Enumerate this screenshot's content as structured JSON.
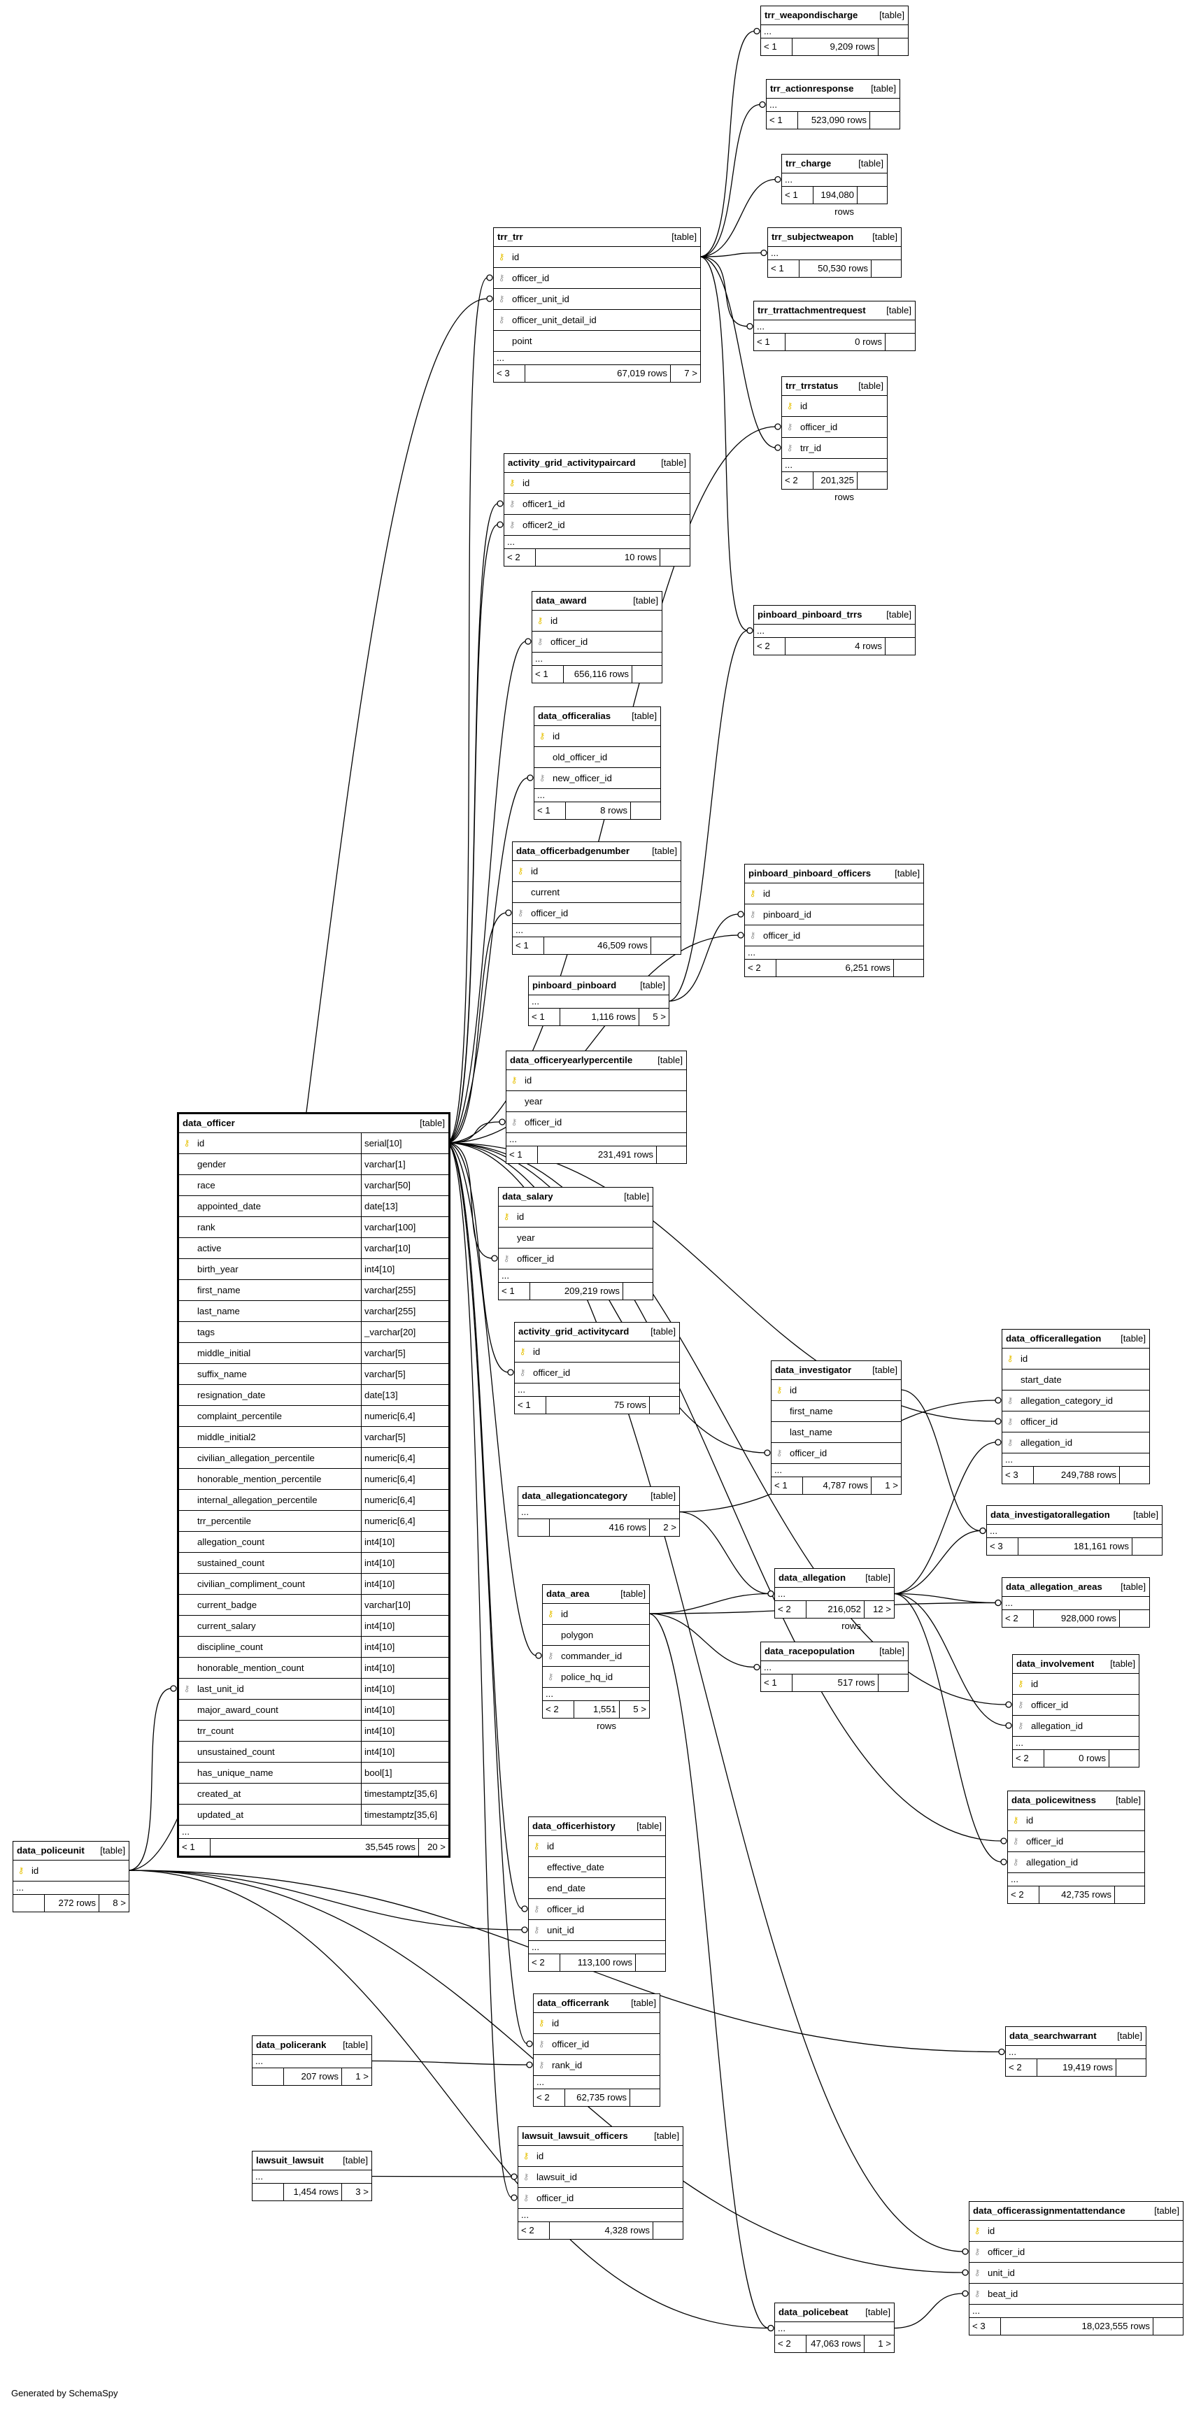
{
  "footer": "Generated by SchemaSpy",
  "table_tag": "[table]",
  "tables": [
    {
      "id": "trr_weapondischarge",
      "rows": [],
      "fill": "< 1",
      "count": "9,209 rows",
      "nav": ""
    },
    {
      "id": "trr_actionresponse",
      "rows": [],
      "fill": "< 1",
      "count": "523,090 rows",
      "nav": ""
    },
    {
      "id": "trr_charge",
      "rows": [],
      "fill": "< 1",
      "count": "194,080 rows",
      "nav": ""
    },
    {
      "id": "trr_subjectweapon",
      "rows": [],
      "fill": "< 1",
      "count": "50,530 rows",
      "nav": ""
    },
    {
      "id": "trr_trrattachmentrequest",
      "rows": [],
      "fill": "< 1",
      "count": "0 rows",
      "nav": ""
    },
    {
      "id": "trr_trrstatus",
      "rows": [
        {
          "icon": "pk",
          "name": "id"
        },
        {
          "icon": "fk",
          "name": "officer_id"
        },
        {
          "icon": "fk",
          "name": "trr_id"
        }
      ],
      "fill": "< 2",
      "count": "201,325 rows",
      "nav": ""
    },
    {
      "id": "trr_trr",
      "rows": [
        {
          "icon": "pk",
          "name": "id"
        },
        {
          "icon": "fk",
          "name": "officer_id"
        },
        {
          "icon": "fk",
          "name": "officer_unit_id"
        },
        {
          "icon": "fk",
          "name": "officer_unit_detail_id"
        },
        {
          "icon": "",
          "name": "point"
        }
      ],
      "fill": "< 3",
      "count": "67,019 rows",
      "nav": "7 >"
    },
    {
      "id": "activity_grid_activitypaircard",
      "rows": [
        {
          "icon": "pk",
          "name": "id"
        },
        {
          "icon": "fk",
          "name": "officer1_id"
        },
        {
          "icon": "fk",
          "name": "officer2_id"
        }
      ],
      "fill": "< 2",
      "count": "10 rows",
      "nav": ""
    },
    {
      "id": "pinboard_pinboard_trrs",
      "rows": [],
      "fill": "< 2",
      "count": "4 rows",
      "nav": ""
    },
    {
      "id": "data_award",
      "rows": [
        {
          "icon": "pk",
          "name": "id"
        },
        {
          "icon": "fk",
          "name": "officer_id"
        }
      ],
      "fill": "< 1",
      "count": "656,116 rows",
      "nav": ""
    },
    {
      "id": "data_officeralias",
      "rows": [
        {
          "icon": "pk",
          "name": "id"
        },
        {
          "icon": "",
          "name": "old_officer_id"
        },
        {
          "icon": "fk",
          "name": "new_officer_id"
        }
      ],
      "fill": "< 1",
      "count": "8 rows",
      "nav": ""
    },
    {
      "id": "data_officerbadgenumber",
      "rows": [
        {
          "icon": "pk",
          "name": "id"
        },
        {
          "icon": "",
          "name": "current"
        },
        {
          "icon": "fk",
          "name": "officer_id"
        }
      ],
      "fill": "< 1",
      "count": "46,509 rows",
      "nav": ""
    },
    {
      "id": "pinboard_pinboard_officers",
      "rows": [
        {
          "icon": "pk",
          "name": "id"
        },
        {
          "icon": "fk",
          "name": "pinboard_id"
        },
        {
          "icon": "fk",
          "name": "officer_id"
        }
      ],
      "fill": "< 2",
      "count": "6,251 rows",
      "nav": ""
    },
    {
      "id": "pinboard_pinboard",
      "rows": [],
      "fill": "< 1",
      "count": "1,116 rows",
      "nav": "5 >"
    },
    {
      "id": "data_officeryearlypercentile",
      "rows": [
        {
          "icon": "pk",
          "name": "id"
        },
        {
          "icon": "",
          "name": "year"
        },
        {
          "icon": "fk",
          "name": "officer_id"
        }
      ],
      "fill": "< 1",
      "count": "231,491 rows",
      "nav": ""
    },
    {
      "id": "data_officer",
      "rows": [
        {
          "icon": "pk",
          "name": "id",
          "type": "serial[10]"
        },
        {
          "icon": "",
          "name": "gender",
          "type": "varchar[1]"
        },
        {
          "icon": "",
          "name": "race",
          "type": "varchar[50]"
        },
        {
          "icon": "",
          "name": "appointed_date",
          "type": "date[13]"
        },
        {
          "icon": "",
          "name": "rank",
          "type": "varchar[100]"
        },
        {
          "icon": "",
          "name": "active",
          "type": "varchar[10]"
        },
        {
          "icon": "",
          "name": "birth_year",
          "type": "int4[10]"
        },
        {
          "icon": "",
          "name": "first_name",
          "type": "varchar[255]"
        },
        {
          "icon": "",
          "name": "last_name",
          "type": "varchar[255]"
        },
        {
          "icon": "",
          "name": "tags",
          "type": "_varchar[20]"
        },
        {
          "icon": "",
          "name": "middle_initial",
          "type": "varchar[5]"
        },
        {
          "icon": "",
          "name": "suffix_name",
          "type": "varchar[5]"
        },
        {
          "icon": "",
          "name": "resignation_date",
          "type": "date[13]"
        },
        {
          "icon": "",
          "name": "complaint_percentile",
          "type": "numeric[6,4]"
        },
        {
          "icon": "",
          "name": "middle_initial2",
          "type": "varchar[5]"
        },
        {
          "icon": "",
          "name": "civilian_allegation_percentile",
          "type": "numeric[6,4]"
        },
        {
          "icon": "",
          "name": "honorable_mention_percentile",
          "type": "numeric[6,4]"
        },
        {
          "icon": "",
          "name": "internal_allegation_percentile",
          "type": "numeric[6,4]"
        },
        {
          "icon": "",
          "name": "trr_percentile",
          "type": "numeric[6,4]"
        },
        {
          "icon": "",
          "name": "allegation_count",
          "type": "int4[10]"
        },
        {
          "icon": "",
          "name": "sustained_count",
          "type": "int4[10]"
        },
        {
          "icon": "",
          "name": "civilian_compliment_count",
          "type": "int4[10]"
        },
        {
          "icon": "",
          "name": "current_badge",
          "type": "varchar[10]"
        },
        {
          "icon": "",
          "name": "current_salary",
          "type": "int4[10]"
        },
        {
          "icon": "",
          "name": "discipline_count",
          "type": "int4[10]"
        },
        {
          "icon": "",
          "name": "honorable_mention_count",
          "type": "int4[10]"
        },
        {
          "icon": "fk",
          "name": "last_unit_id",
          "type": "int4[10]"
        },
        {
          "icon": "",
          "name": "major_award_count",
          "type": "int4[10]"
        },
        {
          "icon": "",
          "name": "trr_count",
          "type": "int4[10]"
        },
        {
          "icon": "",
          "name": "unsustained_count",
          "type": "int4[10]"
        },
        {
          "icon": "",
          "name": "has_unique_name",
          "type": "bool[1]"
        },
        {
          "icon": "",
          "name": "created_at",
          "type": "timestamptz[35,6]"
        },
        {
          "icon": "",
          "name": "updated_at",
          "type": "timestamptz[35,6]"
        }
      ],
      "fill": "< 1",
      "count": "35,545 rows",
      "nav": "20 >"
    },
    {
      "id": "data_salary",
      "rows": [
        {
          "icon": "pk",
          "name": "id"
        },
        {
          "icon": "",
          "name": "year"
        },
        {
          "icon": "fk",
          "name": "officer_id"
        }
      ],
      "fill": "< 1",
      "count": "209,219 rows",
      "nav": ""
    },
    {
      "id": "activity_grid_activitycard",
      "rows": [
        {
          "icon": "pk",
          "name": "id"
        },
        {
          "icon": "fk",
          "name": "officer_id"
        }
      ],
      "fill": "< 1",
      "count": "75 rows",
      "nav": ""
    },
    {
      "id": "data_officerallegation",
      "rows": [
        {
          "icon": "pk",
          "name": "id"
        },
        {
          "icon": "",
          "name": "start_date"
        },
        {
          "icon": "fk",
          "name": "allegation_category_id"
        },
        {
          "icon": "fk",
          "name": "officer_id"
        },
        {
          "icon": "fk",
          "name": "allegation_id"
        }
      ],
      "fill": "< 3",
      "count": "249,788 rows",
      "nav": ""
    },
    {
      "id": "data_investigator",
      "rows": [
        {
          "icon": "pk",
          "name": "id"
        },
        {
          "icon": "",
          "name": "first_name"
        },
        {
          "icon": "",
          "name": "last_name"
        },
        {
          "icon": "fk",
          "name": "officer_id"
        }
      ],
      "fill": "< 1",
      "count": "4,787 rows",
      "nav": "1 >"
    },
    {
      "id": "data_allegationcategory",
      "rows": [],
      "fill": "",
      "count": "416 rows",
      "nav": "2 >"
    },
    {
      "id": "data_investigatorallegation",
      "rows": [],
      "fill": "< 3",
      "count": "181,161 rows",
      "nav": ""
    },
    {
      "id": "data_allegation",
      "rows": [],
      "fill": "< 2",
      "count": "216,052 rows",
      "nav": "12 >"
    },
    {
      "id": "data_allegation_areas",
      "rows": [],
      "fill": "< 2",
      "count": "928,000 rows",
      "nav": ""
    },
    {
      "id": "data_area",
      "rows": [
        {
          "icon": "pk",
          "name": "id"
        },
        {
          "icon": "",
          "name": "polygon"
        },
        {
          "icon": "fk",
          "name": "commander_id"
        },
        {
          "icon": "fk",
          "name": "police_hq_id"
        }
      ],
      "fill": "< 2",
      "count": "1,551 rows",
      "nav": "5 >"
    },
    {
      "id": "data_racepopulation",
      "rows": [],
      "fill": "< 1",
      "count": "517 rows",
      "nav": ""
    },
    {
      "id": "data_involvement",
      "rows": [
        {
          "icon": "pk",
          "name": "id"
        },
        {
          "icon": "fk",
          "name": "officer_id"
        },
        {
          "icon": "fk",
          "name": "allegation_id"
        }
      ],
      "fill": "< 2",
      "count": "0 rows",
      "nav": ""
    },
    {
      "id": "data_policewitness",
      "rows": [
        {
          "icon": "pk",
          "name": "id"
        },
        {
          "icon": "fk",
          "name": "officer_id"
        },
        {
          "icon": "fk",
          "name": "allegation_id"
        }
      ],
      "fill": "< 2",
      "count": "42,735 rows",
      "nav": ""
    },
    {
      "id": "data_policeunit",
      "rows": [
        {
          "icon": "pk",
          "name": "id"
        }
      ],
      "fill": "",
      "count": "272 rows",
      "nav": "8 >"
    },
    {
      "id": "data_officerhistory",
      "rows": [
        {
          "icon": "pk",
          "name": "id"
        },
        {
          "icon": "",
          "name": "effective_date"
        },
        {
          "icon": "",
          "name": "end_date"
        },
        {
          "icon": "fk",
          "name": "officer_id"
        },
        {
          "icon": "fk",
          "name": "unit_id"
        }
      ],
      "fill": "< 2",
      "count": "113,100 rows",
      "nav": ""
    },
    {
      "id": "data_officerrank",
      "rows": [
        {
          "icon": "pk",
          "name": "id"
        },
        {
          "icon": "fk",
          "name": "officer_id"
        },
        {
          "icon": "fk",
          "name": "rank_id"
        }
      ],
      "fill": "< 2",
      "count": "62,735 rows",
      "nav": ""
    },
    {
      "id": "data_policerank",
      "rows": [],
      "fill": "",
      "count": "207 rows",
      "nav": "1 >"
    },
    {
      "id": "data_searchwarrant",
      "rows": [],
      "fill": "< 2",
      "count": "19,419 rows",
      "nav": ""
    },
    {
      "id": "lawsuit_lawsuit",
      "rows": [],
      "fill": "",
      "count": "1,454 rows",
      "nav": "3 >"
    },
    {
      "id": "lawsuit_lawsuit_officers",
      "rows": [
        {
          "icon": "pk",
          "name": "id"
        },
        {
          "icon": "fk",
          "name": "lawsuit_id"
        },
        {
          "icon": "fk",
          "name": "officer_id"
        }
      ],
      "fill": "< 2",
      "count": "4,328 rows",
      "nav": ""
    },
    {
      "id": "data_officerassignmentattendance",
      "rows": [
        {
          "icon": "pk",
          "name": "id"
        },
        {
          "icon": "fk",
          "name": "officer_id"
        },
        {
          "icon": "fk",
          "name": "unit_id"
        },
        {
          "icon": "fk",
          "name": "beat_id"
        }
      ],
      "fill": "< 3",
      "count": "18,023,555 rows",
      "nav": ""
    },
    {
      "id": "data_policebeat",
      "rows": [],
      "fill": "< 2",
      "count": "47,063 rows",
      "nav": "1 >"
    }
  ]
}
